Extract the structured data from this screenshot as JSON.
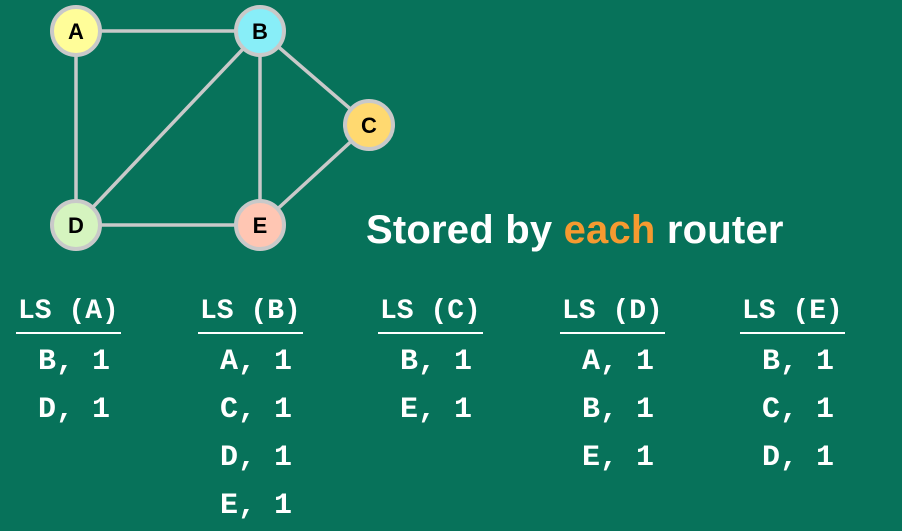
{
  "graph": {
    "nodes": [
      {
        "id": "A",
        "label": "A",
        "color": "#fffd99"
      },
      {
        "id": "B",
        "label": "B",
        "color": "#88eef8"
      },
      {
        "id": "C",
        "label": "C",
        "color": "#ffd970"
      },
      {
        "id": "D",
        "label": "D",
        "color": "#d5f4bf"
      },
      {
        "id": "E",
        "label": "E",
        "color": "#ffc6b3"
      }
    ],
    "edges": [
      [
        "A",
        "B"
      ],
      [
        "A",
        "D"
      ],
      [
        "B",
        "D"
      ],
      [
        "B",
        "E"
      ],
      [
        "B",
        "C"
      ],
      [
        "C",
        "E"
      ],
      [
        "D",
        "E"
      ]
    ],
    "edge_color": "#c9c9c9"
  },
  "title": {
    "prefix": "Stored by ",
    "highlight": "each",
    "suffix": " router"
  },
  "colors": {
    "background": "#07725a",
    "highlight": "#f59a30",
    "text": "#ffffff"
  },
  "tables": [
    {
      "header": "LS (A)",
      "entries": [
        "B, 1",
        "D, 1"
      ]
    },
    {
      "header": "LS (B)",
      "entries": [
        "A, 1",
        "C, 1",
        "D, 1",
        "E, 1"
      ]
    },
    {
      "header": "LS (C)",
      "entries": [
        "B, 1",
        "E, 1"
      ]
    },
    {
      "header": "LS (D)",
      "entries": [
        "A, 1",
        "B, 1",
        "E, 1"
      ]
    },
    {
      "header": "LS (E)",
      "entries": [
        "B, 1",
        "C, 1",
        "D, 1"
      ]
    }
  ]
}
